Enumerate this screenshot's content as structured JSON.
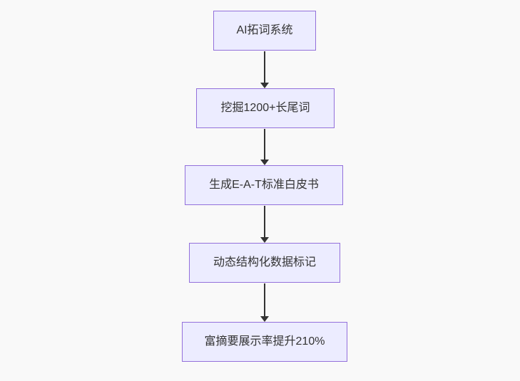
{
  "diagram": {
    "type": "flowchart",
    "direction": "top-down",
    "nodes": [
      {
        "id": "A",
        "label": "AI拓词系统"
      },
      {
        "id": "B",
        "label": "挖掘1200+长尾词"
      },
      {
        "id": "C",
        "label": "生成E-A-T标准白皮书"
      },
      {
        "id": "D",
        "label": "动态结构化数据标记"
      },
      {
        "id": "E",
        "label": "富摘要展示率提升210%"
      }
    ],
    "edges": [
      {
        "from": "AI拓词系统",
        "to": "挖掘1200+长尾词",
        "arrow": "down"
      },
      {
        "from": "挖掘1200+长尾词",
        "to": "生成E-A-T标准白皮书",
        "arrow": "down"
      },
      {
        "from": "生成E-A-T标准白皮书",
        "to": "动态结构化数据标记",
        "arrow": "down"
      },
      {
        "from": "动态结构化数据标记",
        "to": "富摘要展示率提升210%",
        "arrow": "down"
      }
    ],
    "colors": {
      "node_fill": "#ECECFF",
      "node_border": "#9370DB",
      "edge": "#333333",
      "text": "#333333",
      "background": "#f9f9f9"
    }
  }
}
